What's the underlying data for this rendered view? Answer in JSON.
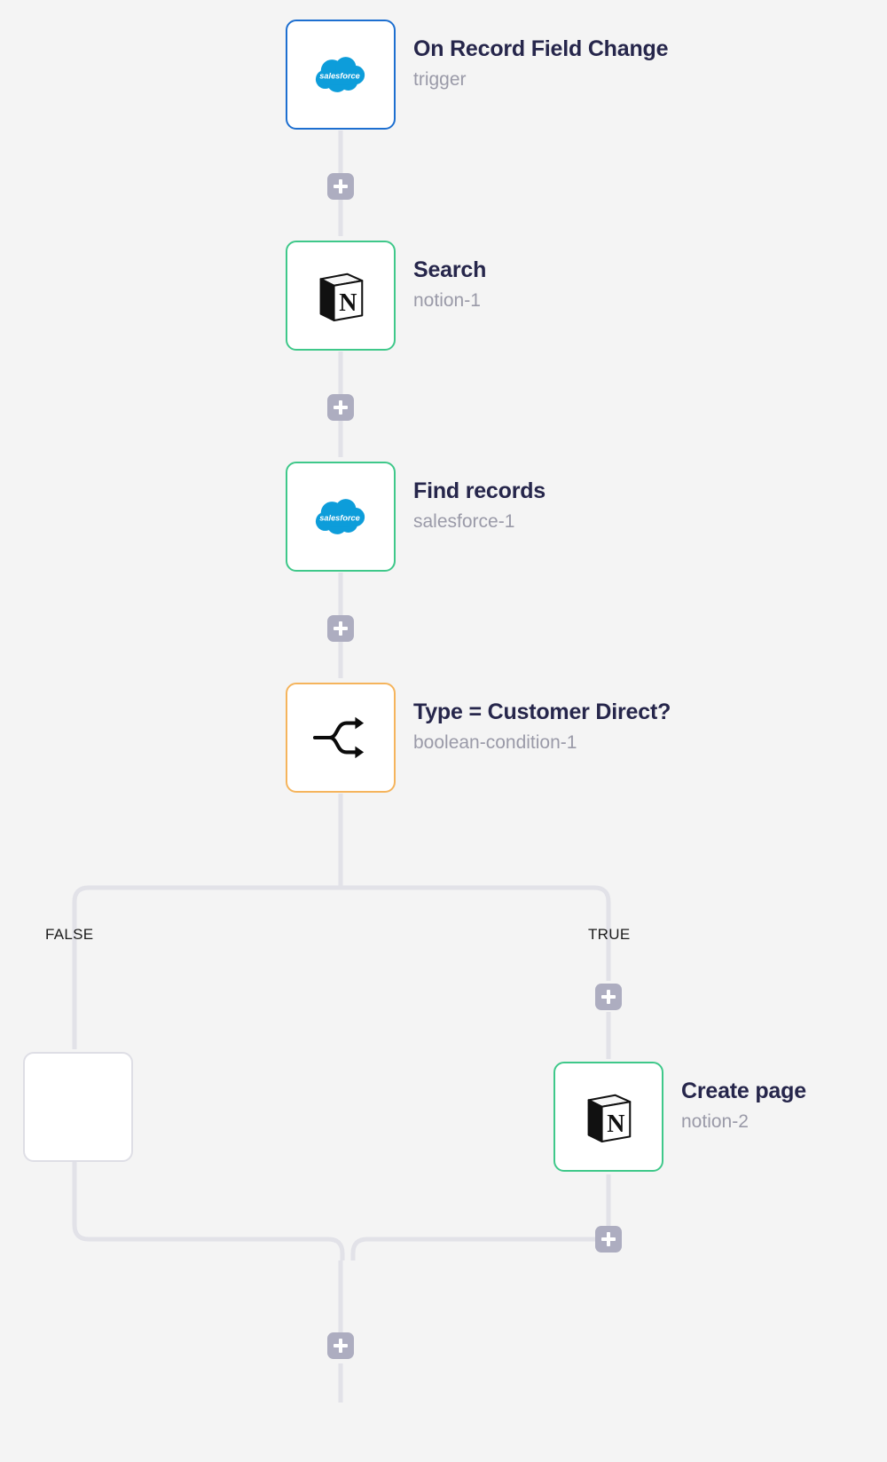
{
  "canvas": {
    "background": "#f4f4f4",
    "edge_color": "#e2e2e8",
    "plus_color": "#adadc0"
  },
  "nodes": [
    {
      "id": "trigger",
      "title": "On Record Field Change",
      "subtitle": "trigger",
      "icon": "salesforce-icon",
      "border_color": "#1d6fd0",
      "kind": "trigger"
    },
    {
      "id": "notion-1",
      "title": "Search",
      "subtitle": "notion-1",
      "icon": "notion-icon",
      "border_color": "#3fc88a",
      "kind": "action"
    },
    {
      "id": "salesforce-1",
      "title": "Find records",
      "subtitle": "salesforce-1",
      "icon": "salesforce-icon",
      "border_color": "#3fc88a",
      "kind": "action"
    },
    {
      "id": "boolean-condition-1",
      "title": "Type = Customer Direct?",
      "subtitle": "boolean-condition-1",
      "icon": "branch-fork-icon",
      "border_color": "#f5b45c",
      "kind": "branch"
    },
    {
      "id": "empty-false",
      "title": "",
      "subtitle": "",
      "icon": "",
      "border_color": "#dedee5",
      "kind": "empty"
    },
    {
      "id": "notion-2",
      "title": "Create page",
      "subtitle": "notion-2",
      "icon": "notion-icon",
      "border_color": "#3fc88a",
      "kind": "action"
    }
  ],
  "branch_labels": [
    {
      "id": "false-label",
      "text": "FALSE"
    },
    {
      "id": "true-label",
      "text": "TRUE"
    }
  ],
  "add_buttons": [
    {
      "id": "add-after-trigger",
      "label": "+"
    },
    {
      "id": "add-after-notion-1",
      "label": "+"
    },
    {
      "id": "add-after-salesforce-1",
      "label": "+"
    },
    {
      "id": "add-true-branch",
      "label": "+"
    },
    {
      "id": "add-after-notion-2",
      "label": "+"
    },
    {
      "id": "add-after-merge",
      "label": "+"
    }
  ],
  "icons": {
    "salesforce_wordmark": "salesforce",
    "notion_letter": "N"
  }
}
